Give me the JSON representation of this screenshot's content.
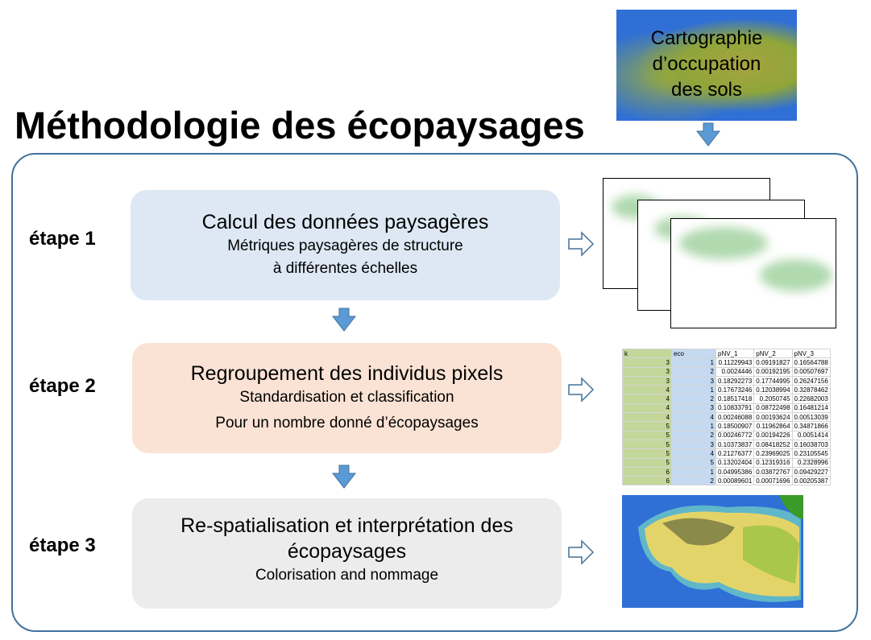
{
  "title": "Méthodologie des écopaysages",
  "top_map_label": [
    "Cartographie",
    "d’occupation",
    "des sols"
  ],
  "steps": [
    {
      "label": "étape 1",
      "heading": "Calcul des données paysagères",
      "sub": [
        "Métriques paysagères de structure",
        "à différentes échelles"
      ],
      "color": "#dde8f4"
    },
    {
      "label": "étape 2",
      "heading": "Regroupement des individus pixels",
      "sub": [
        "Standardisation et classification",
        "Pour un nombre donné d’écopaysages"
      ],
      "color": "#fae3d5"
    },
    {
      "label": "étape 3",
      "heading": "Re-spatialisation et interprétation des écopaysages",
      "sub": [
        "Colorisation and nommage"
      ],
      "color": "#ececec"
    }
  ],
  "table": {
    "headers": [
      "k",
      "eco",
      "pNV_1",
      "pNV_2",
      "pNV_3"
    ],
    "rows": [
      [
        "3",
        "1",
        "0.11229943",
        "0.09191827",
        "0.16564788"
      ],
      [
        "3",
        "2",
        "0.0024446",
        "0.00192195",
        "0.00507697"
      ],
      [
        "3",
        "3",
        "0.18292273",
        "0.17744995",
        "0.26247156"
      ],
      [
        "4",
        "1",
        "0.17673246",
        "0.12038994",
        "0.32878462"
      ],
      [
        "4",
        "2",
        "0.18517418",
        "0.2050745",
        "0.22682003"
      ],
      [
        "4",
        "3",
        "0.10833791",
        "0.08722498",
        "0.16481214"
      ],
      [
        "4",
        "4",
        "0.00246088",
        "0.00193624",
        "0.00513039"
      ],
      [
        "5",
        "1",
        "0.18500907",
        "0.11962864",
        "0.34871866"
      ],
      [
        "5",
        "2",
        "0.00246772",
        "0.00194226",
        "0.0051414"
      ],
      [
        "5",
        "3",
        "0.10373837",
        "0.08418252",
        "0.16038703"
      ],
      [
        "5",
        "4",
        "0.21276377",
        "0.23969025",
        "0.23105545"
      ],
      [
        "5",
        "5",
        "0.13202404",
        "0.12319316",
        "0.2328996"
      ],
      [
        "6",
        "1",
        "0.04995386",
        "0.03872767",
        "0.09429227"
      ],
      [
        "6",
        "2",
        "0.00089601",
        "0.00071696",
        "0.00205387"
      ]
    ]
  },
  "colors": {
    "frame": "#41719c",
    "arrow": "#5b9bd5"
  }
}
